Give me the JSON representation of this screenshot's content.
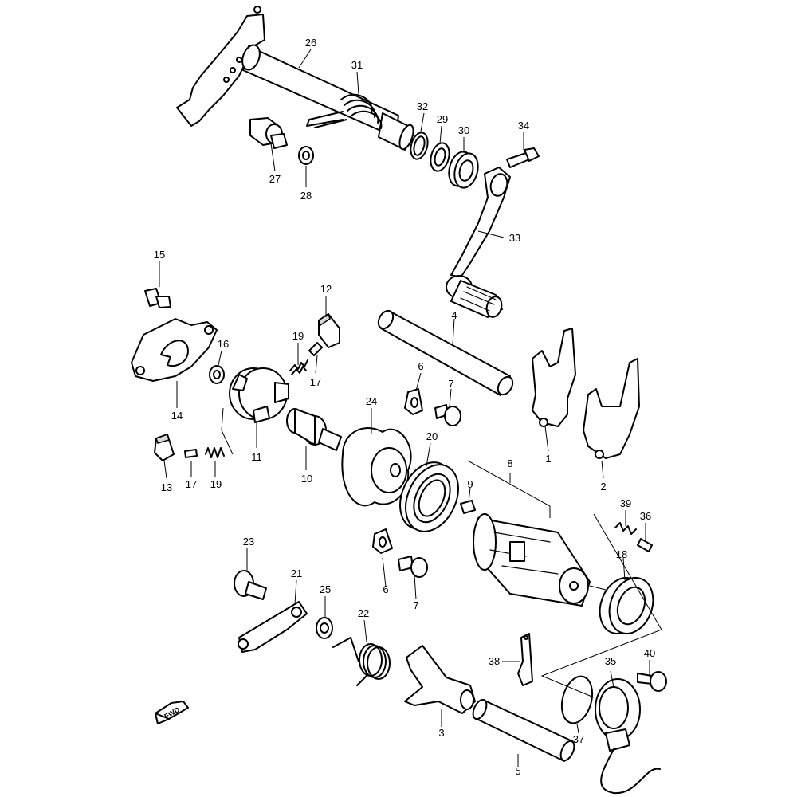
{
  "fwd_label": "FWD",
  "labels": {
    "p1": "1",
    "p2": "2",
    "p3": "3",
    "p4": "4",
    "p5": "5",
    "p6a": "6",
    "p6b": "6",
    "p7a": "7",
    "p7b": "7",
    "p8": "8",
    "p9": "9",
    "p10": "10",
    "p11": "11",
    "p12": "12",
    "p13": "13",
    "p14": "14",
    "p15": "15",
    "p16": "16",
    "p17a": "17",
    "p17b": "17",
    "p18": "18",
    "p19a": "19",
    "p19b": "19",
    "p20": "20",
    "p21": "21",
    "p22": "22",
    "p23": "23",
    "p24": "24",
    "p25": "25",
    "p26": "26",
    "p27": "27",
    "p28": "28",
    "p29": "29",
    "p30": "30",
    "p31": "31",
    "p32": "32",
    "p33": "33",
    "p34": "34",
    "p35": "35",
    "p36": "36",
    "p37": "37",
    "p38": "38",
    "p39": "39",
    "p40": "40"
  }
}
